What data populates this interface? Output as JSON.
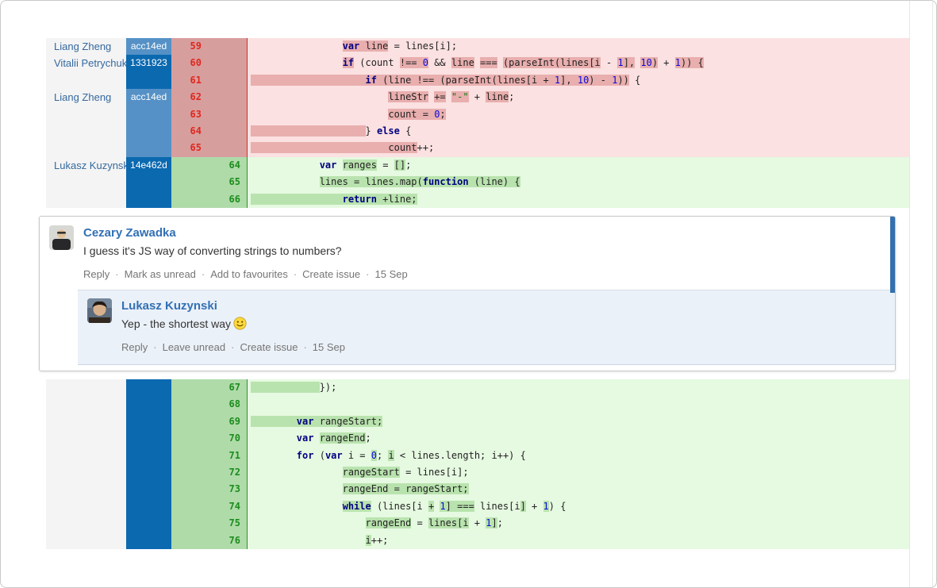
{
  "colors": {
    "accent_blue": "#3572b0",
    "commit_light_bg": "#5591c6",
    "commit_dark_bg": "#0b69b0",
    "removed_gutter_bg": "#d79e9e",
    "removed_line_number": "#e0271e",
    "removed_code_bg": "#fbe1e1",
    "removed_word_highlight": "#e9aeae",
    "added_gutter_bg": "#afdba9",
    "added_line_number": "#1d8c1d",
    "added_code_bg": "#e6f9e1",
    "added_word_highlight": "#b9e3ae",
    "keyword_color": "#000080",
    "number_color": "#0909dd",
    "string_color": "#0b7a0b",
    "unread_bar": "#3470ad",
    "reply_bg": "#ebf1f8"
  },
  "diff_blocks": [
    {
      "name": "top",
      "rows": [
        {
          "k": "removed",
          "a": "Liang Zheng",
          "c": "acc14ed",
          "ct": "light",
          "on": "59",
          "nn": "",
          "s": [
            [
              "                ",
              "",
              0
            ],
            [
              "var",
              "k",
              1
            ],
            [
              " line",
              "",
              1
            ],
            [
              " = lines[i];",
              "",
              0
            ]
          ]
        },
        {
          "k": "removed",
          "a": "Vitalii Petrychuk",
          "c": "1331923",
          "ct": "dark",
          "on": "60",
          "nn": "",
          "s": [
            [
              "                ",
              "",
              0
            ],
            [
              "if",
              "k",
              1
            ],
            [
              " (count ",
              "",
              0
            ],
            [
              "!== ",
              "",
              1
            ],
            [
              "0",
              "n",
              1
            ],
            [
              " && ",
              "",
              0
            ],
            [
              "line",
              "",
              1
            ],
            [
              " ",
              "",
              0
            ],
            [
              "===",
              "",
              1
            ],
            [
              " ",
              "",
              0
            ],
            [
              "(parseInt(lines[i",
              "",
              1
            ],
            [
              " - ",
              "",
              0
            ],
            [
              "1",
              "n",
              1
            ],
            [
              "],",
              "",
              1
            ],
            [
              " ",
              "",
              0
            ],
            [
              "10",
              "n",
              1
            ],
            [
              ")",
              "",
              1
            ],
            [
              " + ",
              "",
              0
            ],
            [
              "1",
              "n",
              1
            ],
            [
              ")) {",
              "",
              1
            ]
          ]
        },
        {
          "k": "removed",
          "a": "",
          "c": "",
          "ct": "dark",
          "on": "61",
          "nn": "",
          "s": [
            [
              "                    ",
              "",
              1
            ],
            [
              "if",
              "k",
              1
            ],
            [
              " (line !== (parseInt(lines[i + ",
              "",
              1
            ],
            [
              "1",
              "n",
              1
            ],
            [
              "], ",
              "",
              1
            ],
            [
              "10",
              "n",
              1
            ],
            [
              ") - ",
              "",
              1
            ],
            [
              "1",
              "n",
              1
            ],
            [
              "))",
              "",
              1
            ],
            [
              " {",
              "",
              0
            ]
          ]
        },
        {
          "k": "removed",
          "a": "Liang Zheng",
          "c": "acc14ed",
          "ct": "light",
          "on": "62",
          "nn": "",
          "s": [
            [
              "                        ",
              "",
              0
            ],
            [
              "lineStr",
              "",
              1
            ],
            [
              " ",
              "",
              0
            ],
            [
              "+=",
              "",
              1
            ],
            [
              " ",
              "",
              0
            ],
            [
              "\"-\"",
              "s",
              1
            ],
            [
              " + ",
              "",
              0
            ],
            [
              "line",
              "",
              1
            ],
            [
              ";",
              "",
              0
            ]
          ]
        },
        {
          "k": "removed",
          "a": "",
          "c": "",
          "ct": "light",
          "on": "63",
          "nn": "",
          "s": [
            [
              "                        ",
              "",
              0
            ],
            [
              "count = ",
              "",
              1
            ],
            [
              "0",
              "n",
              1
            ],
            [
              ";",
              "",
              1
            ]
          ]
        },
        {
          "k": "removed",
          "a": "",
          "c": "",
          "ct": "light",
          "on": "64",
          "nn": "",
          "s": [
            [
              "                    ",
              "",
              1
            ],
            [
              "} ",
              "",
              0
            ],
            [
              "else",
              "k",
              0
            ],
            [
              " {",
              "",
              0
            ]
          ]
        },
        {
          "k": "removed",
          "a": "",
          "c": "",
          "ct": "light",
          "on": "65",
          "nn": "",
          "s": [
            [
              "                        ",
              "",
              1
            ],
            [
              "count",
              "",
              1
            ],
            [
              "++;",
              "",
              0
            ]
          ]
        },
        {
          "k": "added",
          "a": "Lukasz Kuzynski",
          "c": "14e462d",
          "ct": "dark",
          "on": "",
          "nn": "64",
          "s": [
            [
              "            ",
              "",
              0
            ],
            [
              "var",
              "k",
              0
            ],
            [
              " ",
              "",
              0
            ],
            [
              "ranges",
              "",
              1
            ],
            [
              " = ",
              "",
              0
            ],
            [
              "[]",
              "",
              1
            ],
            [
              ";",
              "",
              0
            ]
          ]
        },
        {
          "k": "added",
          "a": "",
          "c": "",
          "ct": "dark",
          "on": "",
          "nn": "65",
          "s": [
            [
              "            ",
              "",
              0
            ],
            [
              "lines = lines.map(",
              "",
              1
            ],
            [
              "function",
              "k",
              1
            ],
            [
              " (line) {",
              "",
              1
            ]
          ]
        },
        {
          "k": "added",
          "a": "",
          "c": "",
          "ct": "dark",
          "on": "",
          "nn": "66",
          "s": [
            [
              "                ",
              "",
              1
            ],
            [
              "return",
              "k",
              1
            ],
            [
              " +line;",
              "",
              1
            ]
          ]
        }
      ]
    },
    {
      "name": "bottom",
      "rows": [
        {
          "k": "added",
          "a": "",
          "c": "",
          "ct": "dark",
          "on": "",
          "nn": "67",
          "s": [
            [
              "            ",
              "",
              1
            ],
            [
              "});",
              "",
              0
            ]
          ]
        },
        {
          "k": "added",
          "a": "",
          "c": "",
          "ct": "dark",
          "on": "",
          "nn": "68",
          "s": []
        },
        {
          "k": "added",
          "a": "",
          "c": "",
          "ct": "dark",
          "on": "",
          "nn": "69",
          "s": [
            [
              "        ",
              "",
              1
            ],
            [
              "var",
              "k",
              1
            ],
            [
              " ",
              "",
              1
            ],
            [
              "rangeStart",
              "",
              1
            ],
            [
              ";",
              "",
              1
            ]
          ]
        },
        {
          "k": "added",
          "a": "",
          "c": "",
          "ct": "dark",
          "on": "",
          "nn": "70",
          "s": [
            [
              "        ",
              "",
              0
            ],
            [
              "var",
              "k",
              0
            ],
            [
              " ",
              "",
              0
            ],
            [
              "rangeEnd",
              "",
              1
            ],
            [
              ";",
              "",
              0
            ]
          ]
        },
        {
          "k": "added",
          "a": "",
          "c": "",
          "ct": "dark",
          "on": "",
          "nn": "71",
          "s": [
            [
              "        ",
              "",
              0
            ],
            [
              "for",
              "k",
              0
            ],
            [
              " (",
              "",
              0
            ],
            [
              "var",
              "k",
              0
            ],
            [
              " i = ",
              "",
              0
            ],
            [
              "0",
              "n",
              1
            ],
            [
              "; ",
              "",
              0
            ],
            [
              "i",
              "",
              1
            ],
            [
              " < lines.length; i++) {",
              "",
              0
            ]
          ]
        },
        {
          "k": "added",
          "a": "",
          "c": "",
          "ct": "dark",
          "on": "",
          "nn": "72",
          "s": [
            [
              "                ",
              "",
              0
            ],
            [
              "rangeStart",
              "",
              1
            ],
            [
              " = lines[i];",
              "",
              0
            ]
          ]
        },
        {
          "k": "added",
          "a": "",
          "c": "",
          "ct": "dark",
          "on": "",
          "nn": "73",
          "s": [
            [
              "                ",
              "",
              0
            ],
            [
              "rangeEnd = rangeStart;",
              "",
              1
            ]
          ]
        },
        {
          "k": "added",
          "a": "",
          "c": "",
          "ct": "dark",
          "on": "",
          "nn": "74",
          "s": [
            [
              "                ",
              "",
              0
            ],
            [
              "while",
              "k",
              1
            ],
            [
              " (lines[i ",
              "",
              0
            ],
            [
              "+",
              "",
              1
            ],
            [
              " ",
              "",
              0
            ],
            [
              "1",
              "n",
              1
            ],
            [
              "] ===",
              "",
              1
            ],
            [
              " lines[i",
              "",
              0
            ],
            [
              "]",
              "",
              1
            ],
            [
              " + ",
              "",
              0
            ],
            [
              "1",
              "n",
              1
            ],
            [
              ") {",
              "",
              0
            ]
          ]
        },
        {
          "k": "added",
          "a": "",
          "c": "",
          "ct": "dark",
          "on": "",
          "nn": "75",
          "s": [
            [
              "                    ",
              "",
              0
            ],
            [
              "rangeEnd",
              "",
              1
            ],
            [
              " = ",
              "",
              0
            ],
            [
              "lines[i",
              "",
              1
            ],
            [
              " + ",
              "",
              0
            ],
            [
              "1",
              "n",
              1
            ],
            [
              "]",
              "",
              1
            ],
            [
              ";",
              "",
              0
            ]
          ]
        },
        {
          "k": "added",
          "a": "",
          "c": "",
          "ct": "dark",
          "on": "",
          "nn": "76",
          "s": [
            [
              "                    ",
              "",
              0
            ],
            [
              "i",
              "",
              1
            ],
            [
              "++;",
              "",
              0
            ]
          ]
        }
      ]
    }
  ],
  "comments": {
    "outer": {
      "author": "Cezary Zawadka",
      "body": "I guess it's JS way of converting strings to numbers?",
      "actions": [
        "Reply",
        "Mark as unread",
        "Add to favourites",
        "Create issue"
      ],
      "date": "15 Sep"
    },
    "reply": {
      "author": "Lukasz Kuzynski",
      "body": "Yep - the shortest way",
      "emoticon": "smiley-emoticon",
      "actions": [
        "Reply",
        "Leave unread",
        "Create issue"
      ],
      "date": "15 Sep"
    }
  }
}
